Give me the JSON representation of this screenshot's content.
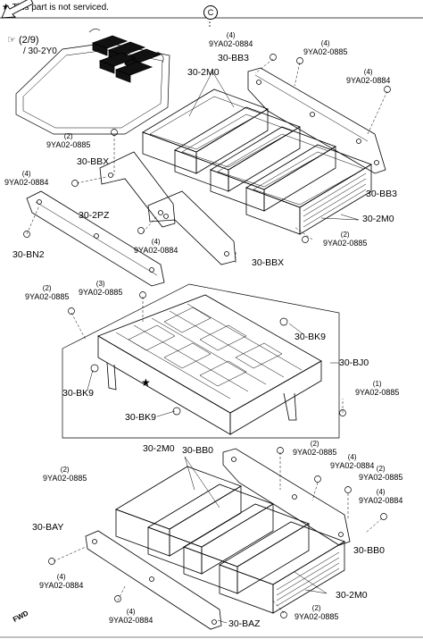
{
  "header": {
    "star_symbol": "★",
    "note": "This part is not serviced.",
    "section_marker": "C"
  },
  "reference": {
    "page": "(2/9)",
    "part": "/ 30-2Y0"
  },
  "direction": "FWD",
  "callouts": [
    {
      "id": "bolt-top-1",
      "qty": "(4)",
      "part": "9YA02-0884"
    },
    {
      "id": "bolt-top-2",
      "qty": "(4)",
      "part": "9YA02-0885"
    },
    {
      "id": "bolt-top-3",
      "qty": "(4)",
      "part": "9YA02-0884"
    },
    {
      "id": "bracket-bb3-upper",
      "part": "30-BB3"
    },
    {
      "id": "module-2m0-upper",
      "part": "30-2M0"
    },
    {
      "id": "bolt-left-1",
      "qty": "(2)",
      "part": "9YA02-0885"
    },
    {
      "id": "bracket-bbx-upper",
      "part": "30-BBX"
    },
    {
      "id": "bolt-left-2",
      "qty": "(4)",
      "part": "9YA02-0884"
    },
    {
      "id": "bracket-bb3-lower",
      "part": "30-BB3"
    },
    {
      "id": "bracket-2pz",
      "part": "30-2PZ"
    },
    {
      "id": "module-2m0-right",
      "part": "30-2M0"
    },
    {
      "id": "bolt-mid-1",
      "qty": "(4)",
      "part": "9YA02-0884"
    },
    {
      "id": "bolt-mid-2",
      "qty": "(2)",
      "part": "9YA02-0885"
    },
    {
      "id": "nut-bn2",
      "part": "30-BN2"
    },
    {
      "id": "bracket-bbx-lower",
      "part": "30-BBX"
    },
    {
      "id": "bolt-frame-1",
      "qty": "(2)",
      "part": "9YA02-0885"
    },
    {
      "id": "bolt-frame-2",
      "qty": "(3)",
      "part": "9YA02-0885"
    },
    {
      "id": "clip-bk9-right",
      "part": "30-BK9"
    },
    {
      "id": "frame-bj0",
      "part": "30-BJ0"
    },
    {
      "id": "clip-bk9-left",
      "part": "30-BK9"
    },
    {
      "id": "bolt-frame-3",
      "qty": "(1)",
      "part": "9YA02-0885"
    },
    {
      "id": "clip-bk9-bottom",
      "part": "30-BK9"
    },
    {
      "id": "module-2m0-lower",
      "part": "30-2M0"
    },
    {
      "id": "bracket-bb0-upper",
      "part": "30-BB0"
    },
    {
      "id": "bolt-low-1",
      "qty": "(2)",
      "part": "9YA02-0885"
    },
    {
      "id": "bolt-low-2",
      "qty": "(2)",
      "part": "9YA02-0885"
    },
    {
      "id": "bolt-low-3",
      "qty": "(4)",
      "part": "9YA02-0884"
    },
    {
      "id": "bolt-low-4",
      "qty": "(2)",
      "part": "9YA02-0885"
    },
    {
      "id": "bolt-low-5",
      "qty": "(4)",
      "part": "9YA02-0884"
    },
    {
      "id": "bracket-bay",
      "part": "30-BAY"
    },
    {
      "id": "bracket-bb0-lower",
      "part": "30-BB0"
    },
    {
      "id": "bolt-low-6",
      "qty": "(4)",
      "part": "9YA02-0884"
    },
    {
      "id": "module-2m0-bottom",
      "part": "30-2M0"
    },
    {
      "id": "bolt-low-7",
      "qty": "(4)",
      "part": "9YA02-0884"
    },
    {
      "id": "bolt-low-8",
      "qty": "(2)",
      "part": "9YA02-0885"
    },
    {
      "id": "bracket-baz",
      "part": "30-BAZ"
    }
  ]
}
